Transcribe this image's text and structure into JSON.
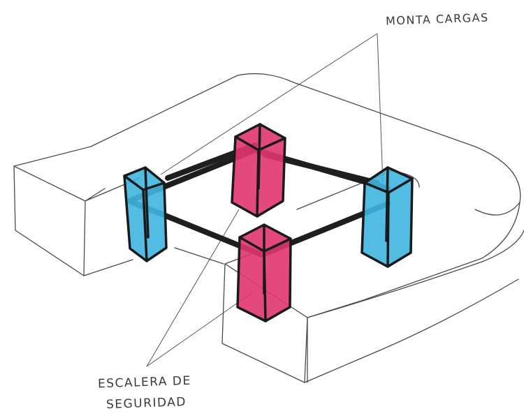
{
  "labels": {
    "montacargas": "MONTA CARGAS",
    "escalera_line1": "ESCALERA DE",
    "escalera_line2": "SEGURIDAD"
  },
  "colors": {
    "montacargas_fill": "#3fb5e0",
    "escalera_fill": "#e0356f",
    "beam": "#1e1e1e",
    "pencil": "#4a4a4a"
  }
}
